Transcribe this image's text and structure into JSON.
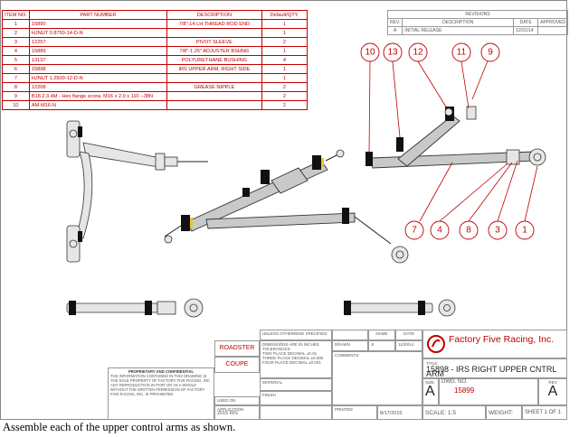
{
  "bom": {
    "headers": [
      "ITEM NO.",
      "PART NUMBER",
      "DESCRIPTION",
      "Default/QTY."
    ],
    "rows": [
      {
        "item": "1",
        "part": "15890",
        "desc": "7/8\"-14 LH THREAD ROD END",
        "qty": "1"
      },
      {
        "item": "2",
        "part": "HJNUT 0.8750-14-D-N",
        "desc": "",
        "qty": "1"
      },
      {
        "item": "3",
        "part": "12257",
        "desc": "PIVOT SLEEVE",
        "qty": "2"
      },
      {
        "item": "4",
        "part": "15889",
        "desc": "7/8\"-1.25\" ADJUSTER BSHNG",
        "qty": "1"
      },
      {
        "item": "5",
        "part": "13137",
        "desc": "POLYURETHANE BUSHING",
        "qty": "4"
      },
      {
        "item": "6",
        "part": "15898",
        "desc": "IRS UPPER ARM, RIGHT SIDE",
        "qty": "1"
      },
      {
        "item": "7",
        "part": "HJNUT 1.2500-12-D-N",
        "desc": "",
        "qty": "1"
      },
      {
        "item": "8",
        "part": "12208",
        "desc": "GREASE NIPPLE",
        "qty": "2"
      },
      {
        "item": "9",
        "part": "B18.2.3.4M - Hex flange screw, M16 x 2.0 x 110 --38N",
        "desc": "",
        "qty": "2"
      },
      {
        "item": "10",
        "part": "AM-M16-N",
        "desc": "",
        "qty": "2"
      }
    ]
  },
  "revisions": {
    "title": "REVISIONS",
    "headers": [
      "REV.",
      "DESCRIPTION",
      "DATE",
      "APPROVED"
    ],
    "row": {
      "rev": "A",
      "desc": "INITIAL RELEASE",
      "date": "12/31/14",
      "approved": ""
    }
  },
  "balloons": [
    "10",
    "13",
    "12",
    "11",
    "9",
    "7",
    "4",
    "8",
    "3",
    "1"
  ],
  "title_block": {
    "roadster": "ROADSTER",
    "coupe": "COUPE",
    "tolerance_head": "UNLESS OTHERWISE SPECIFIED:",
    "tolerance_lines": [
      "DIMENSIONS ARE IN INCHES",
      "TOLERANCES:",
      "TWO PLACE DECIMAL  ±0.01",
      "THREE PLACE DECIMAL  ±0.005",
      "FOUR PLACE DECIMAL  ±0.001"
    ],
    "material": "MATERIAL",
    "finish": "FINISH",
    "used_on": "USED ON",
    "application_label": "APPLICATION",
    "application": "2015 IRS",
    "printed_label": "PRINTED",
    "printed": "8/17/2015",
    "name_col": "NAME",
    "date_col": "DATE",
    "drawn_label": "DRAWN",
    "drawn_by": "JI",
    "drawn_date": "11/20/14",
    "comments": "COMMENTS:",
    "company": "Factory Five Racing, Inc.",
    "title_label": "TITLE:",
    "title": "15898 - IRS RIGHT UPPER CNTRL ARM",
    "size_label": "SIZE",
    "size": "A",
    "dwg_label": "DWG. NO.",
    "dwg_no": "15899",
    "rev_label": "REV",
    "rev": "A",
    "scale": "SCALE: 1:5",
    "weight": "WEIGHT:",
    "sheet": "SHEET 1 OF 1",
    "proprietary_head": "PROPRIETARY AND CONFIDENTIAL",
    "proprietary_text": "THE INFORMATION CONTAINED IN THIS DRAWING IS THE SOLE PROPERTY OF FACTORY FIVE RACING, INC. ANY REPRODUCTION IN PART OR AS A WHOLE WITHOUT THE WRITTEN PERMISSION OF FACTORY FIVE RACING, INC. IS PROHIBITED."
  },
  "caption": "Assemble each of the upper control arms as shown.",
  "colors": {
    "accent": "#c00000",
    "bushing": "#111111",
    "tube": "#c9c9c9"
  }
}
